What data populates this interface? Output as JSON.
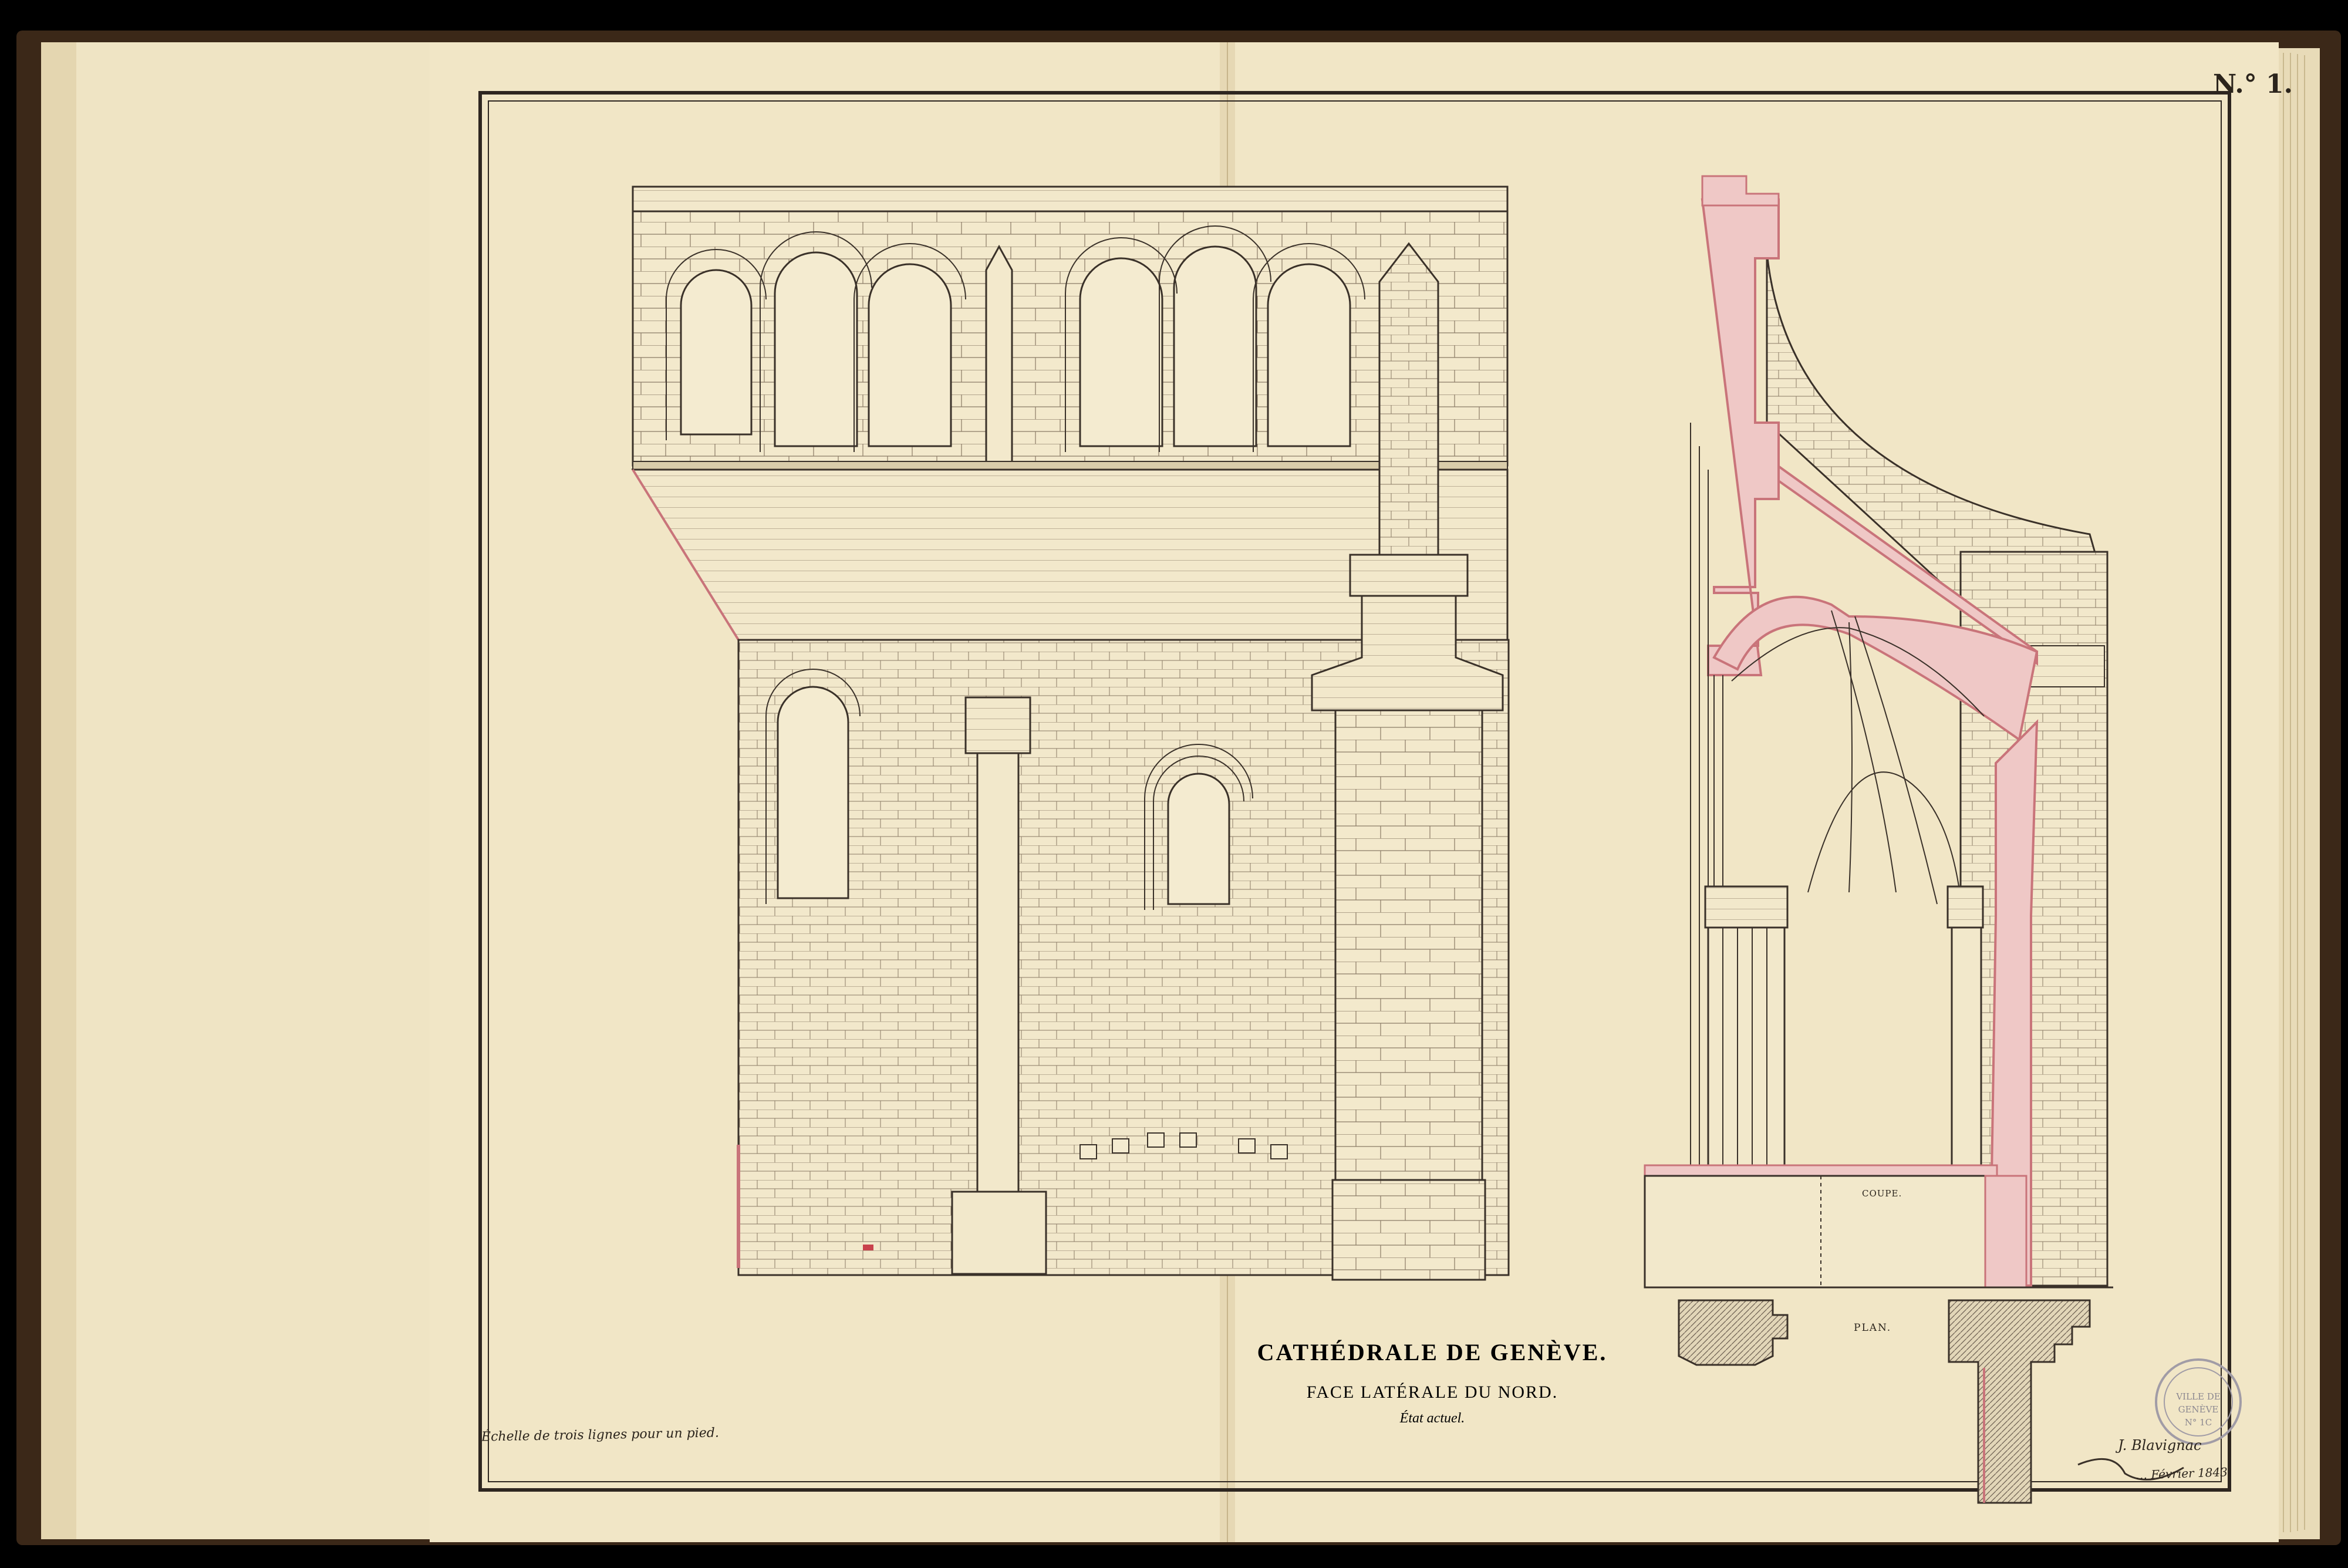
{
  "plate": {
    "number": "N.° 1."
  },
  "title_block": {
    "main": "CATHÉDRALE DE GENÈVE.",
    "subtitle": "FACE LATÉRALE DU NORD.",
    "state": "État actuel."
  },
  "scale_note": "Échelle de trois lignes pour un pied.",
  "section_labels": {
    "coupe": "COUPE.",
    "plan": "PLAN."
  },
  "signature": {
    "name": "J. Blavignac",
    "date": "… Février 1843"
  },
  "stamp": {
    "text": "VILLE DE GENÈVE",
    "number": "N° 1C"
  },
  "colors": {
    "paper": "#f1e6c6",
    "paper_left": "#efe4c4",
    "ink": "#3a3129",
    "section_fill": "#efc8c6",
    "section_stroke": "#c9747a",
    "binding": "#2a1c12",
    "background": "#000000"
  }
}
